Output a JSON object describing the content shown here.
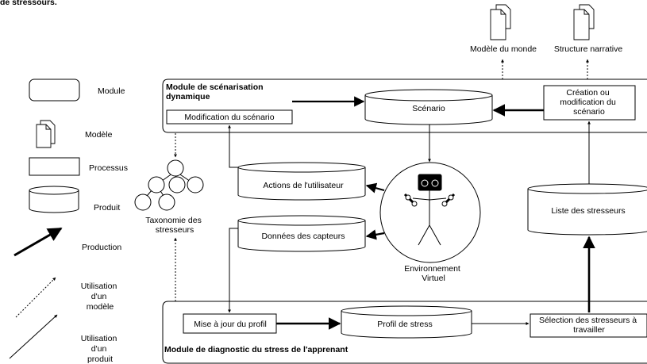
{
  "top_caption": "de stressours.",
  "legend": {
    "module": "Module",
    "model": "Modèle",
    "process": "Processus",
    "product": "Produit",
    "production": "Production",
    "model_use": [
      "Utilisation",
      "d'un",
      "modèle"
    ],
    "product_use": [
      "Utilisation",
      "d'un",
      "produit"
    ]
  },
  "models": {
    "world": "Modèle du monde",
    "narrative": "Structure narrative"
  },
  "scenarisation_module": {
    "title": [
      "Module de scénarisation",
      "dynamique"
    ],
    "modification": "Modification du scénario",
    "scenario": "Scénario",
    "creation": [
      "Création ou",
      "modification du",
      "scénario"
    ]
  },
  "taxonomy": [
    "Taxonomie des",
    "stresseurs"
  ],
  "user_actions": "Actions de l'utilisateur",
  "sensor_data": "Données des capteurs",
  "environment": [
    "Environnement",
    "Virtuel"
  ],
  "stressor_list": "Liste des stresseurs",
  "diagnostic_module": {
    "title": "Module de diagnostic du stress de l'apprenant",
    "profile_update": "Mise à jour du profil",
    "stress_profile": "Profil de stress",
    "selection": [
      "Sélection des stresseurs à",
      "travailler"
    ]
  }
}
